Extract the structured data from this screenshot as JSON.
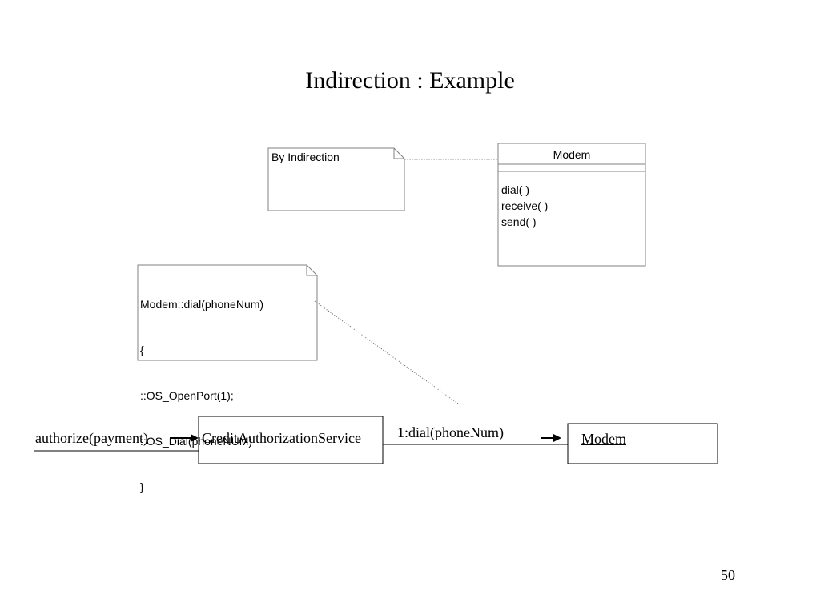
{
  "slide": {
    "title": "Indirection : Example",
    "page_number": "50"
  },
  "note_indirection": {
    "text": "By Indirection"
  },
  "modem_class": {
    "name": "Modem",
    "operations": [
      "dial( )",
      "receive( )",
      "send( )"
    ]
  },
  "note_code": {
    "lines": [
      "Modem::dial(phoneNum)",
      "{",
      "::OS_OpenPort(1);",
      "::OS_Dial(phoneNUM)",
      "}"
    ]
  },
  "collaboration": {
    "incoming_message": "authorize(payment)",
    "service_object": "CreditAuthorizationService",
    "call_message": "1:dial(phoneNum)",
    "modem_object": "Modem"
  }
}
